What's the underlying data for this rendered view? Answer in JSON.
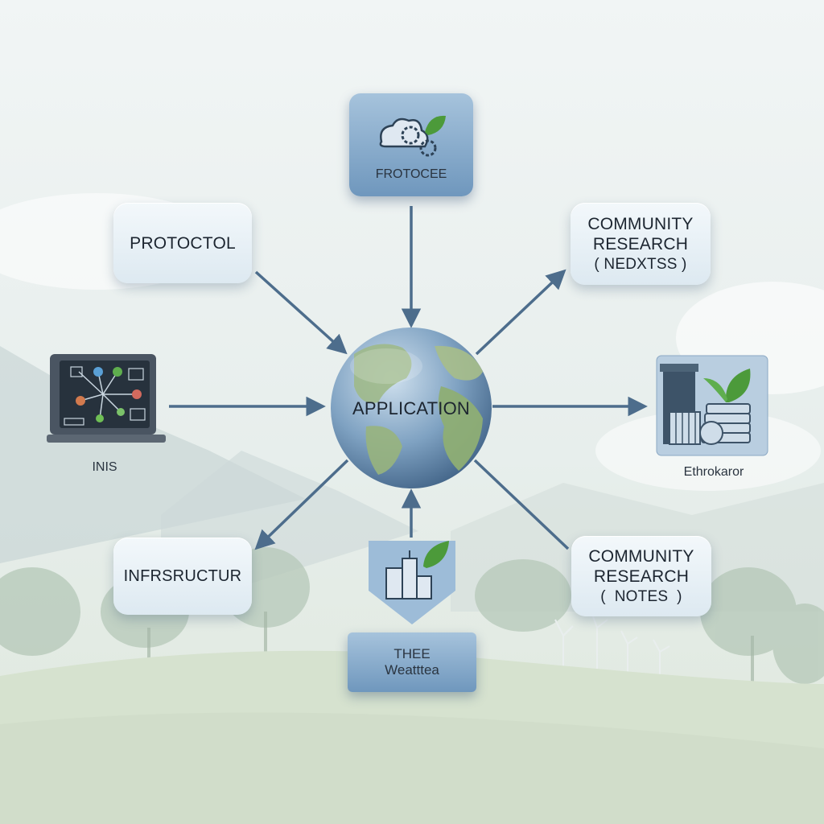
{
  "center": {
    "label": "APPLICATION"
  },
  "nodes": {
    "top": {
      "label": "FROTOCEE"
    },
    "top_left": {
      "label": "PROTOCTOL"
    },
    "top_right": {
      "line1": "COMMUNITY",
      "line2": "RESEARCH",
      "line3": "NEDXTSS"
    },
    "left": {
      "label": "INIS"
    },
    "right": {
      "label": "Ethrokaror"
    },
    "bottom_left": {
      "label": "INFRSRUCTUR"
    },
    "bottom": {
      "line1": "THEE",
      "line2": "Weatttea"
    },
    "bottom_right": {
      "line1": "COMMUNITY",
      "line2": "RESEARCH",
      "line3": "NOTES"
    }
  },
  "icons": {
    "top": "cloud-gear-leaf-icon",
    "left": "laptop-network-icon",
    "right": "buildings-coins-leaf-icon",
    "bottom": "city-leaf-arrow-icon",
    "center": "globe-icon"
  },
  "colors": {
    "arrow": "#4d6d8c",
    "leaf": "#4c9a3a",
    "card_blue": "#7fa4c7",
    "card_light": "#e6eff5"
  }
}
